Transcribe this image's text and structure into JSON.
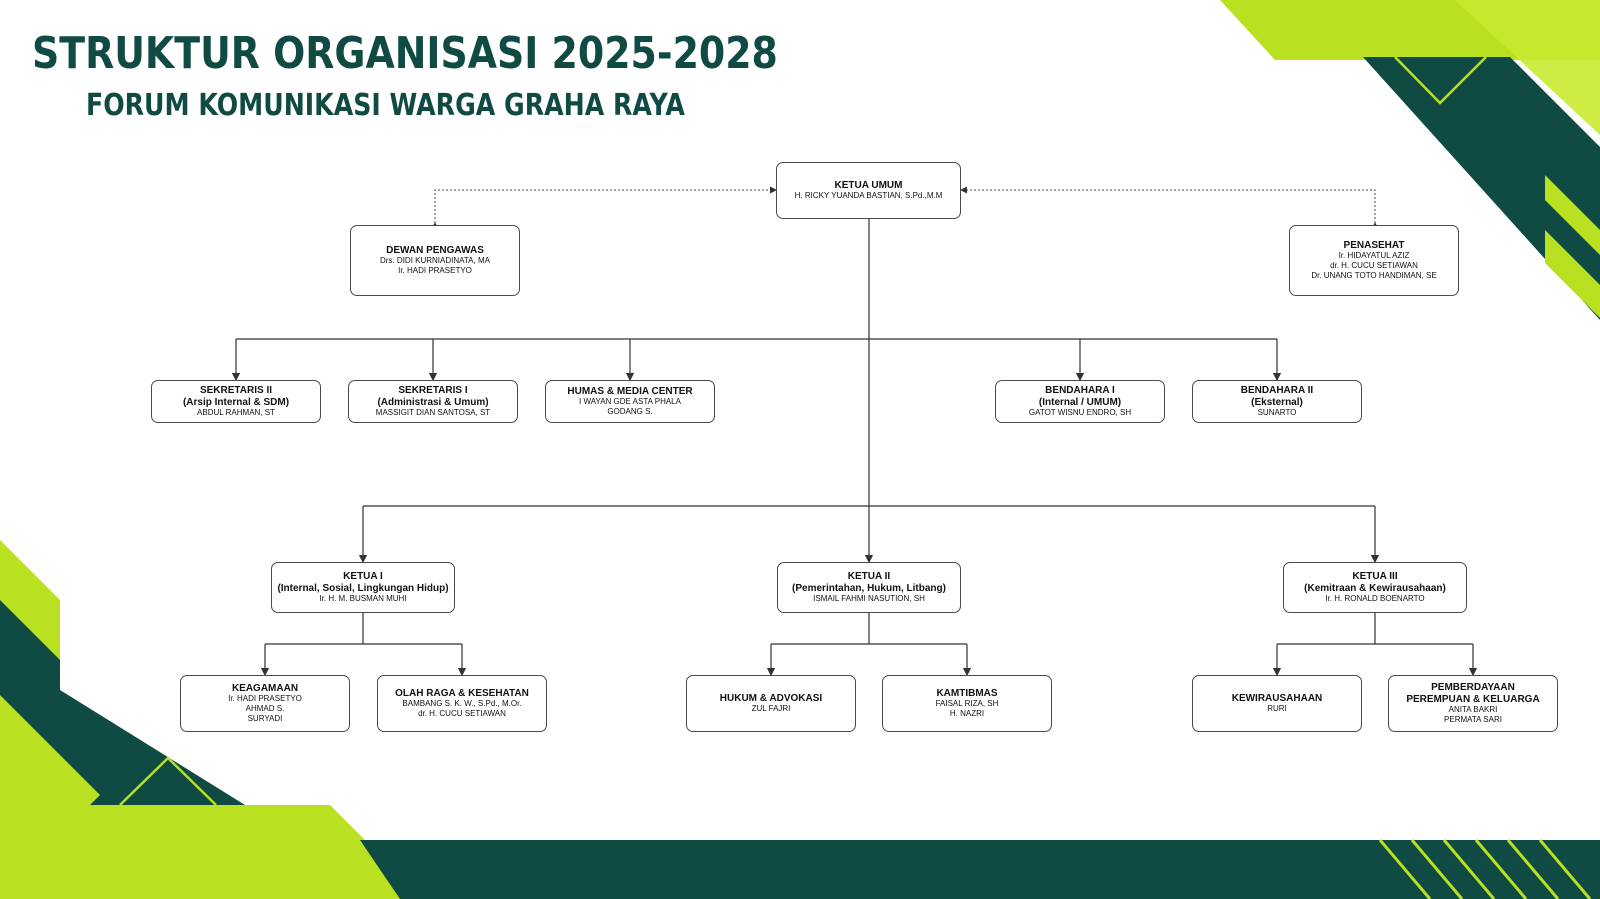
{
  "header": {
    "title": "STRUKTUR ORGANISASI 2025-2028",
    "subtitle": "FORUM KOMUNIKASI WARGA GRAHA RAYA"
  },
  "colors": {
    "dark_green": "#0f4a43",
    "lime": "#b9e021",
    "line": "#333333"
  },
  "org": {
    "ketua_umum": {
      "title": "KETUA UMUM",
      "members": [
        "H. RICKY YUANDA BASTIAN, S.Pd.,M.M"
      ]
    },
    "dewan_pengawas": {
      "title": "DEWAN PENGAWAS",
      "members": [
        "Drs. DIDI KURNIADINATA, MA",
        "Ir. HADI PRASETYO"
      ]
    },
    "penasehat": {
      "title": "PENASEHAT",
      "members": [
        "Ir. HIDAYATUL AZIZ",
        "dr. H. CUCU SETIAWAN",
        "Dr. UNANG TOTO HANDIMAN, SE"
      ]
    },
    "sekretaris_2": {
      "title": "SEKRETARIS II",
      "subtitle": "(Arsip Internal & SDM)",
      "members": [
        "ABDUL RAHMAN, ST"
      ]
    },
    "sekretaris_1": {
      "title": "SEKRETARIS I",
      "subtitle": "(Administrasi & Umum)",
      "members": [
        "MASSIGIT DIAN SANTOSA, ST"
      ]
    },
    "humas": {
      "title": "HUMAS & MEDIA CENTER",
      "members": [
        "I WAYAN GDE ASTA PHALA",
        "GODANG S."
      ]
    },
    "bendahara_1": {
      "title": "BENDAHARA I",
      "subtitle": "(Internal / UMUM)",
      "members": [
        "GATOT WISNU ENDRO, SH"
      ]
    },
    "bendahara_2": {
      "title": "BENDAHARA II",
      "subtitle": "(Eksternal)",
      "members": [
        "SUNARTO"
      ]
    },
    "ketua_1": {
      "title": "KETUA I",
      "subtitle": "(Internal, Sosial, Lingkungan Hidup)",
      "members": [
        "Ir. H. M. BUSMAN MUHI"
      ]
    },
    "ketua_2": {
      "title": "KETUA II",
      "subtitle": "(Pemerintahan, Hukum, Litbang)",
      "members": [
        "ISMAIL FAHMI NASUTION, SH"
      ]
    },
    "ketua_3": {
      "title": "KETUA III",
      "subtitle": "(Kemitraan & Kewirausahaan)",
      "members": [
        "Ir. H. RONALD BOENARTO"
      ]
    },
    "keagamaan": {
      "title": "KEAGAMAAN",
      "members": [
        "Ir. HADI PRASETYO",
        "AHMAD S.",
        "SURYADI"
      ]
    },
    "olahraga": {
      "title": "OLAH RAGA & KESEHATAN",
      "members": [
        "BAMBANG S. K. W., S.Pd., M.Or.",
        "dr. H. CUCU SETIAWAN"
      ]
    },
    "hukum": {
      "title": "HUKUM & ADVOKASI",
      "members": [
        "ZUL FAJRI"
      ]
    },
    "kamtibmas": {
      "title": "KAMTIBMAS",
      "members": [
        "FAISAL RIZA, SH",
        "H. NAZRI"
      ]
    },
    "kewirausahaan": {
      "title": "KEWIRAUSAHAAN",
      "members": [
        "RURI"
      ]
    },
    "pemberdayaan": {
      "title": "PEMBERDAYAAN",
      "subtitle": "PEREMPUAN & KELUARGA",
      "members": [
        "ANITA BAKRI",
        "PERMATA SARI"
      ]
    }
  }
}
